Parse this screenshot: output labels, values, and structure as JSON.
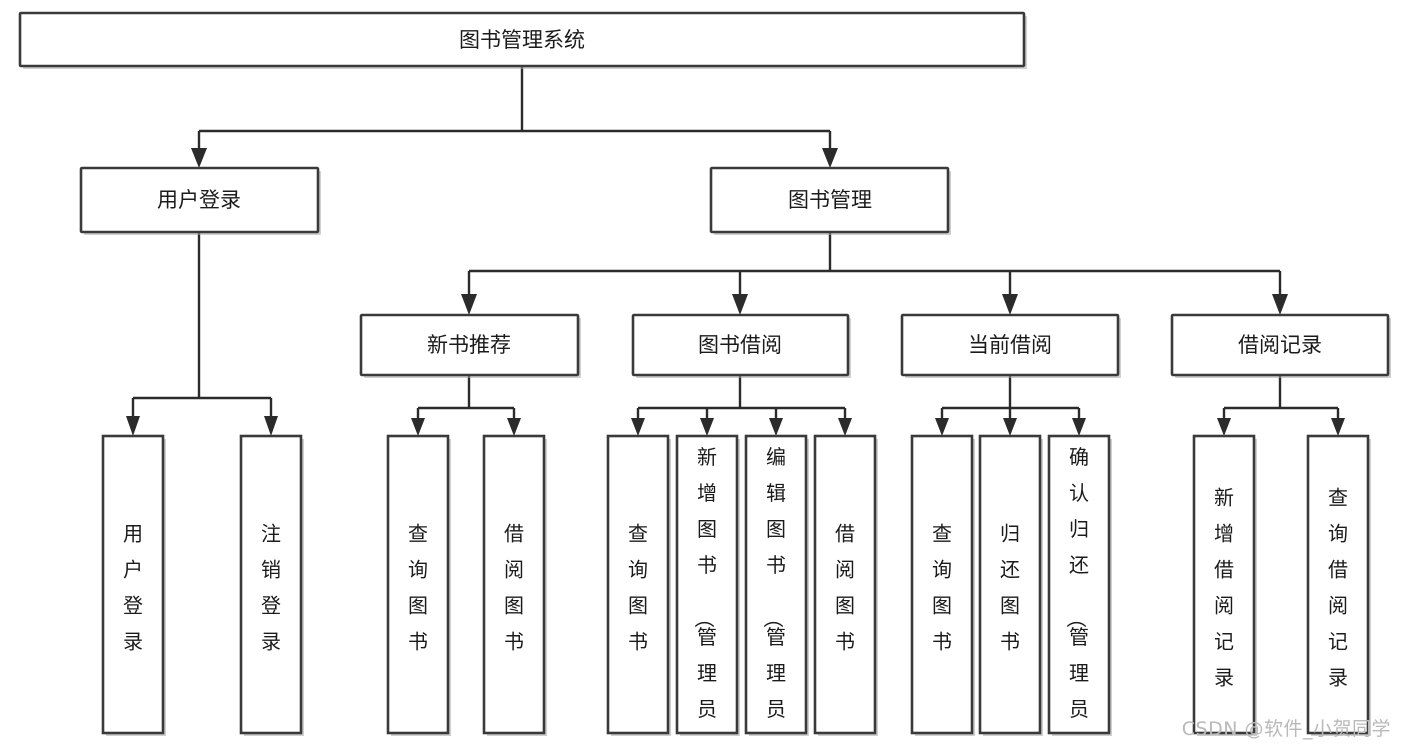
{
  "diagram": {
    "title": "图书管理系统",
    "type": "hierarchy-tree",
    "orientation": "top-down",
    "levels": 4,
    "colors": {
      "box_fill": "#ffffff",
      "box_stroke": "#3a3a3a",
      "edge": "#2b2b2b",
      "text": "#1b1b1b",
      "background": "#ffffff",
      "watermark": "#b9b9b9"
    }
  },
  "root": {
    "label": "图书管理系统"
  },
  "level2": [
    {
      "label": "用户登录"
    },
    {
      "label": "图书管理"
    }
  ],
  "level3": [
    {
      "label": "新书推荐"
    },
    {
      "label": "图书借阅"
    },
    {
      "label": "当前借阅"
    },
    {
      "label": "借阅记录"
    }
  ],
  "leaves": {
    "user_login": [
      {
        "label": "用户登录"
      },
      {
        "label": "注销登录"
      }
    ],
    "new_book_recommend": [
      {
        "label": "查询图书"
      },
      {
        "label": "借阅图书"
      }
    ],
    "book_borrow": [
      {
        "label": "查询图书"
      },
      {
        "label": "新增图书（管理员）"
      },
      {
        "label": "编辑图书（管理员）"
      },
      {
        "label": "借阅图书"
      }
    ],
    "current_borrow": [
      {
        "label": "查询图书"
      },
      {
        "label": "归还图书"
      },
      {
        "label": "确认归还（管理员）"
      }
    ],
    "borrow_record": [
      {
        "label": "新增借阅记录"
      },
      {
        "label": "查询借阅记录"
      }
    ]
  },
  "watermark": {
    "text": "CSDN @软件_小贺同学"
  }
}
